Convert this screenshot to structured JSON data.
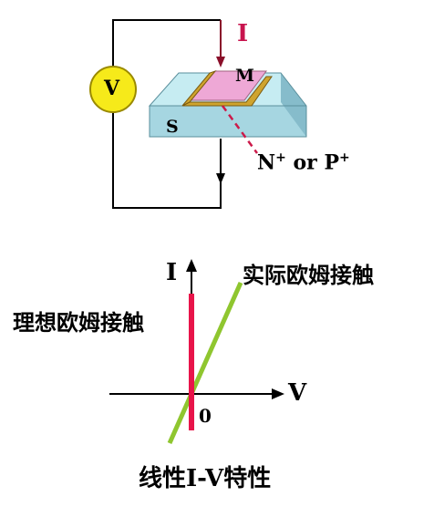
{
  "circuit": {
    "voltmeter_label": "V",
    "current_label": "I",
    "metal_label": "M",
    "substrate_label": "S",
    "doping_label_main": "N",
    "doping_sup1": "+",
    "doping_or": " or ",
    "doping_label_p": "P",
    "doping_sup2": "+",
    "colors": {
      "voltmeter_fill": "#f6ea1a",
      "voltmeter_stroke": "#9a8a00",
      "current_arrow": "#8a0f2a",
      "current_text": "#c8144e",
      "substrate_top": "#c6ecf2",
      "substrate_front": "#a6d6e1",
      "substrate_side": "#86bccb",
      "metal": "#eea8d6",
      "contact_gold": "#cfa42e",
      "dashed_pointer": "#cc1a4a"
    }
  },
  "iv_plot": {
    "y_axis_label": "I",
    "x_axis_label": "V",
    "origin_label": "0",
    "ideal_label": "理想欧姆接触",
    "actual_label": "实际欧姆接触",
    "colors": {
      "ideal_line": "#e8144a",
      "actual_line": "#8fc62f",
      "axes": "#000000"
    }
  },
  "caption": "线性I-V特性"
}
